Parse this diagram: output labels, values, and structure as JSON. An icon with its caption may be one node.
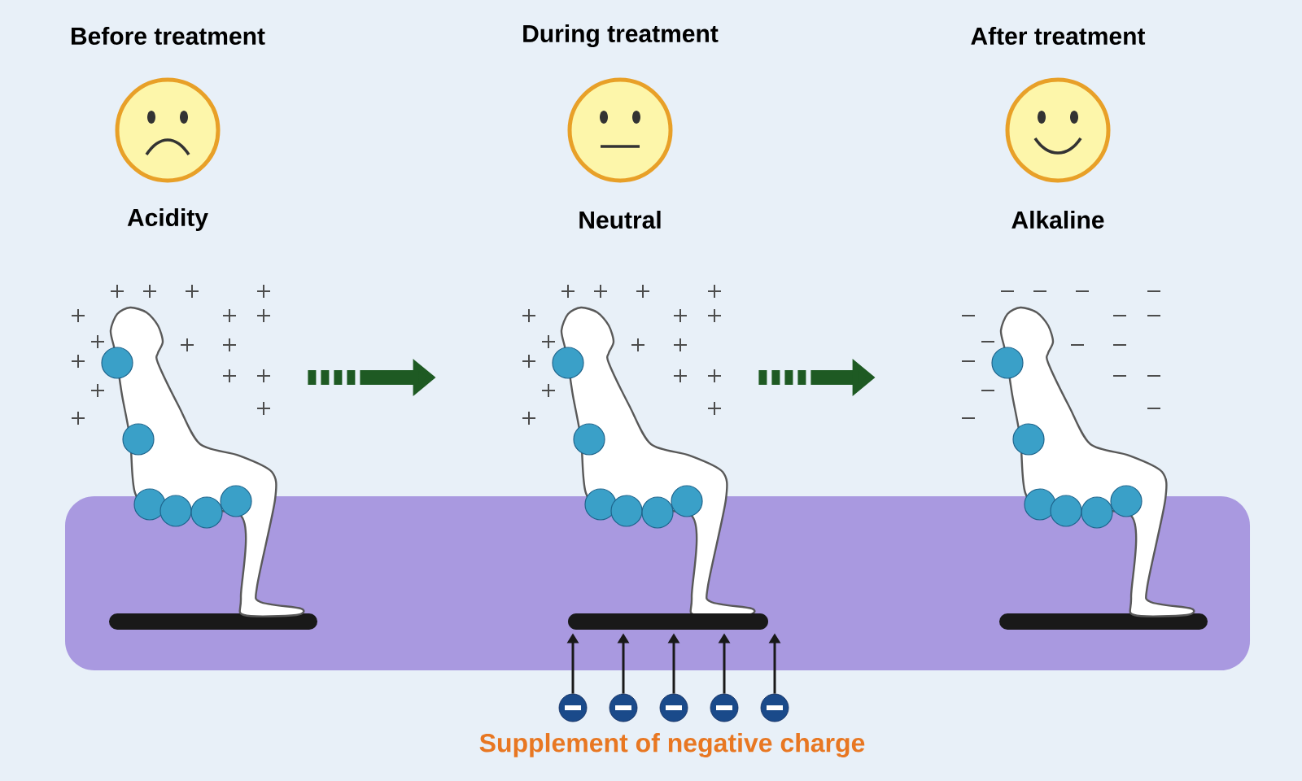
{
  "diagram": {
    "nodes": [
      {
        "text": [],
        "shape": "person",
        "beside": [
          "Acidity"
        ]
      },
      {
        "text": [],
        "shape": "person",
        "beside": [
          "Neutral"
        ]
      },
      {
        "text": [],
        "shape": "person",
        "beside": [
          "Alkaline"
        ]
      },
      {
        "text": [],
        "shape": "bar"
      },
      {
        "text": [],
        "shape": "circle"
      },
      {
        "text": [],
        "shape": "circle"
      },
      {
        "text": [],
        "shape": "circle"
      },
      {
        "text": [],
        "shape": "circle"
      },
      {
        "text": [],
        "shape": "circle"
      }
    ],
    "edges": [
      {
        "from": 0,
        "to": 1,
        "arrow": "to",
        "style": "dashed"
      },
      {
        "from": 1,
        "to": 2,
        "arrow": "to",
        "style": "dashed"
      },
      {
        "from": 4,
        "to": 3,
        "arrow": "to"
      },
      {
        "from": 5,
        "to": 3,
        "arrow": "to"
      },
      {
        "from": 6,
        "to": 3,
        "arrow": "to"
      },
      {
        "from": 7,
        "to": 3,
        "arrow": "to"
      },
      {
        "from": 8,
        "to": 3,
        "arrow": "to"
      }
    ],
    "labels": [
      "Before treatment",
      "During treatment",
      "After treatment",
      "Supplement of negative charge"
    ]
  }
}
